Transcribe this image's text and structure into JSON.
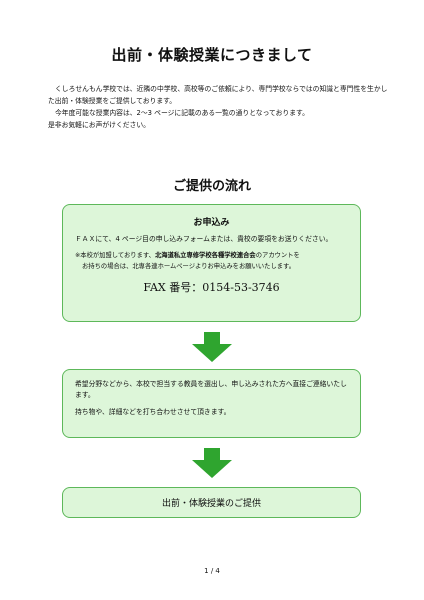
{
  "title": "出前・体験授業につきまして",
  "intro": {
    "p1": "くしろせんもん学校では、近隣の中学校、高校等のご依頼により、専門学校ならではの知識と専門性を生かした出前・体験授業をご提供しております。",
    "p2": "今年度可能な授業内容は、2〜3 ページに記載のある一覧の通りとなっております。",
    "p3": "是非お気軽にお声がけください。"
  },
  "section_title": "ご提供の流れ",
  "step1": {
    "heading": "お申込み",
    "text": "ＦＡＸにて、4 ページ目の申し込みフォームまたは、貴校の要項をお送りください。",
    "note_prefix": "※本校が加盟しております、",
    "note_bold": "北海道私立専修学校各種学校連合会",
    "note_suffix": "のアカウントを",
    "note_line2": "お持ちの場合は、北専各連ホームページよりお申込みをお願いいたします。",
    "fax": "FAX 番号：0154-53-3746"
  },
  "step2": {
    "text": "希望分野などから、本校で担当する教員を選出し、申し込みされた方へ直接ご連絡いたします。",
    "text2": "持ち物や、詳細などを打ち合わせさせて頂きます。"
  },
  "step3": {
    "text": "出前・体験授業のご提供"
  },
  "page_number": "1 / 4",
  "colors": {
    "box_fill": "#ddf6d9",
    "box_border": "#5db85a",
    "arrow": "#2fa52f"
  }
}
